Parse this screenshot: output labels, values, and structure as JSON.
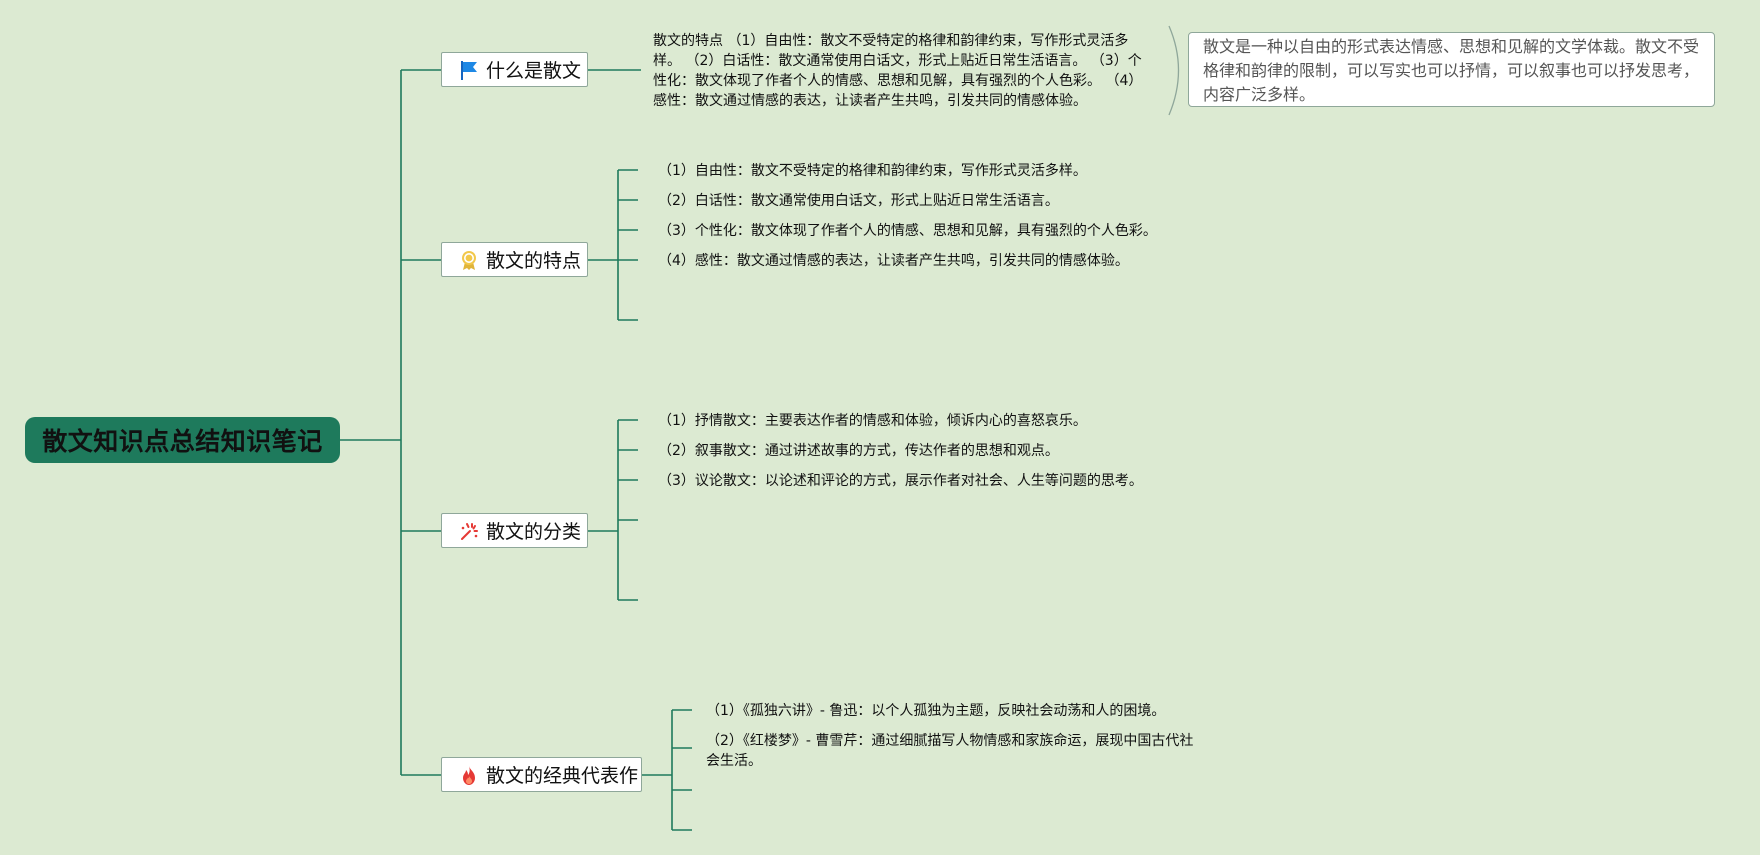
{
  "root": {
    "title": "散文知识点总结知识笔记"
  },
  "branches": [
    {
      "label": "什么是散文",
      "icon": "flag-icon",
      "paragraph": "散文的特点 （1）自由性：散文不受特定的格律和韵律约束，写作形式灵活多样。 （2）白话性：散文通常使用白话文，形式上贴近日常生活语言。 （3）个性化：散文体现了作者个人的情感、思想和见解，具有强烈的个人色彩。 （4）感性：散文通过情感的表达，让读者产生共鸣，引发共同的情感体验。",
      "summary": "散文是一种以自由的形式表达情感、思想和见解的文学体裁。散文不受格律和韵律的限制，可以写实也可以抒情，可以叙事也可以抒发思考，内容广泛多样。"
    },
    {
      "label": "散文的特点",
      "icon": "award-medal-icon",
      "items": [
        "（1）自由性：散文不受特定的格律和韵律约束，写作形式灵活多样。",
        "（2）白话性：散文通常使用白话文，形式上贴近日常生活语言。",
        "（3）个性化：散文体现了作者个人的情感、思想和见解，具有强烈的个人色彩。",
        "（4）感性：散文通过情感的表达，让读者产生共鸣，引发共同的情感体验。"
      ]
    },
    {
      "label": "散文的分类",
      "icon": "fireworks-icon",
      "items": [
        "（1）抒情散文：主要表达作者的情感和体验，倾诉内心的喜怒哀乐。",
        "（2）叙事散文：通过讲述故事的方式，传达作者的思想和观点。",
        "（3）议论散文：以论述和评论的方式，展示作者对社会、人生等问题的思考。"
      ]
    },
    {
      "label": "散文的经典代表作",
      "icon": "fire-icon",
      "items": [
        "（1）《孤独六讲》- 鲁迅：以个人孤独为主题，反映社会动荡和人的困境。",
        "（2）《红楼梦》- 曹雪芹：通过细腻描写人物情感和家族命运，展现中国古代社会生活。"
      ]
    }
  ],
  "colors": {
    "background": "#dcead2",
    "line": "#1e7a5c",
    "root_fill": "#1e7a5c"
  }
}
